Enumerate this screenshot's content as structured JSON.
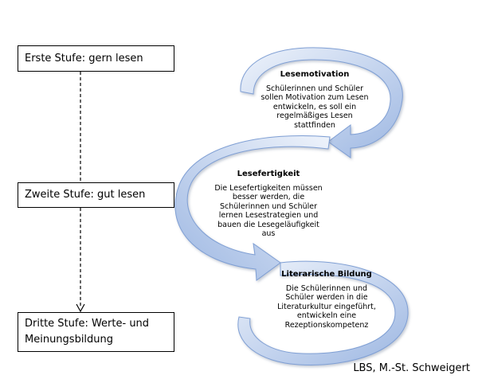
{
  "stages": [
    {
      "label": "Erste Stufe: gern lesen"
    },
    {
      "label": "Zweite Stufe: gut lesen"
    },
    {
      "label": "Dritte Stufe: Werte- und\nMeinungsbildung"
    }
  ],
  "loops": [
    {
      "heading": "Lesemotivation",
      "text": "Schülerinnen und Schüler\nsollen Motivation zum Lesen\nentwickeln, es soll ein\nregelmäßiges Lesen\nstattfinden"
    },
    {
      "heading": "Lesefertigkeit",
      "text": "Die Lesefertigkeiten müssen\nbesser werden, die\nSchülerinnen und Schüler\nlernen Lesestrategien und\nbauen die Lesegeläufigkeit\naus"
    },
    {
      "heading": "Literarische Bildung",
      "text": "Die Schülerinnen und\nSchüler werden in die\nLiteraturkultur eingeführt,\nentwickeln eine\nRezeptionskompetenz"
    }
  ],
  "caption": "LBS, M.-St. Schweigert",
  "colors": {
    "arrow_light": "#eef3fb",
    "arrow_dark": "#9db7e2",
    "arrow_stroke": "#7f9fd4",
    "box_border": "#000000",
    "connector": "#000000"
  }
}
